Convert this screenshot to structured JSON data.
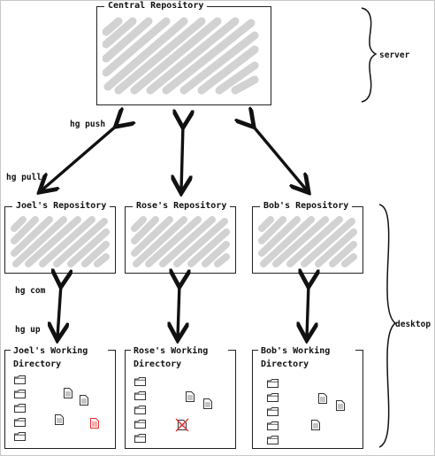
{
  "central": {
    "title": "Central Repository"
  },
  "repos": [
    {
      "title": "Joel's Repository"
    },
    {
      "title": "Rose's Repository"
    },
    {
      "title": "Bob's Repository"
    }
  ],
  "working_dirs": [
    {
      "title": "Joel's Working Directory"
    },
    {
      "title": "Rose's Working Directory"
    },
    {
      "title": "Bob's Working Directory"
    }
  ],
  "labels": {
    "hg_push": "hg push",
    "hg_pull": "hg pull",
    "hg_com": "hg com",
    "hg_up": "hg up",
    "server": "server",
    "desktop": "desktop"
  },
  "colors": {
    "ink": "#222222",
    "scribble": "#d2d2d2",
    "highlight": "#e03030"
  }
}
